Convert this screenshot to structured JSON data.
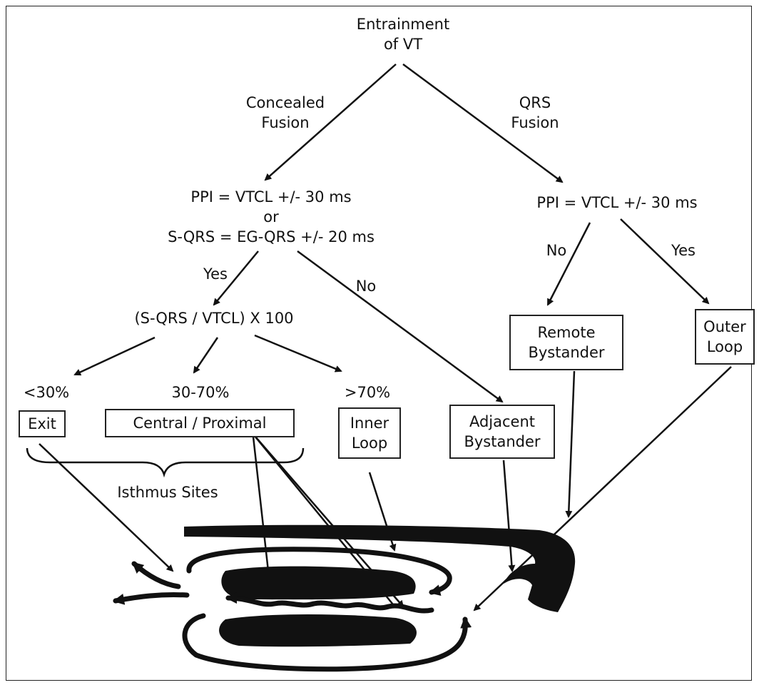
{
  "root": {
    "line1": "Entrainment",
    "line2": "of VT"
  },
  "branches": {
    "concealed": {
      "line1": "Concealed",
      "line2": "Fusion"
    },
    "qrs": {
      "line1": "QRS",
      "line2": "Fusion"
    }
  },
  "left_criteria": {
    "line1": "PPI = VTCL +/- 30 ms",
    "line2": "or",
    "line3": "S-QRS = EG-QRS +/- 20 ms"
  },
  "right_criteria": {
    "line1": "PPI = VTCL +/- 30 ms"
  },
  "edges": {
    "yes_left": "Yes",
    "no_left": "No",
    "no_right": "No",
    "yes_right": "Yes"
  },
  "formula": "(S-QRS / VTCL) X 100",
  "thresholds": {
    "low": "<30%",
    "mid": "30-70%",
    "high": ">70%"
  },
  "boxes": {
    "exit": "Exit",
    "central": "Central / Proximal",
    "inner_loop": {
      "line1": "Inner",
      "line2": "Loop"
    },
    "adjacent": {
      "line1": "Adjacent",
      "line2": "Bystander"
    },
    "remote": {
      "line1": "Remote",
      "line2": "Bystander"
    },
    "outer_loop": {
      "line1": "Outer",
      "line2": "Loop"
    }
  },
  "isthmus_label": "Isthmus Sites"
}
